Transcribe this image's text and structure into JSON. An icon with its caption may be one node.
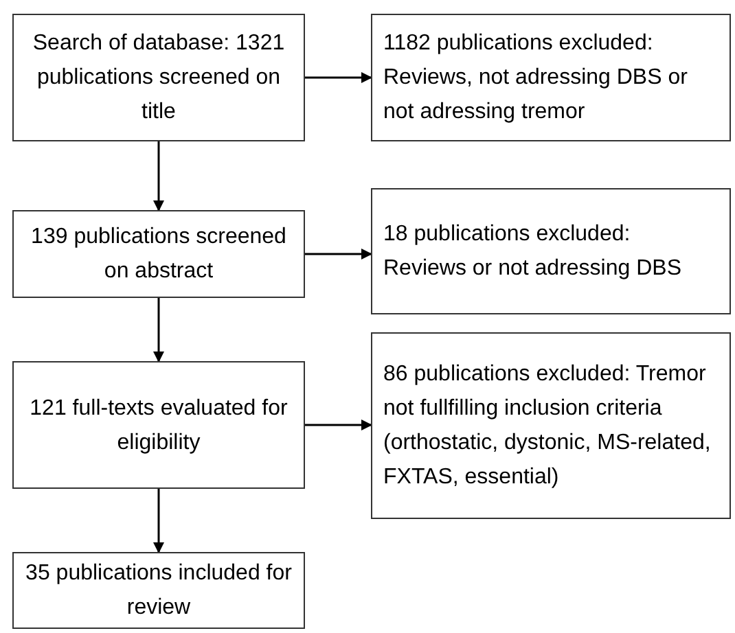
{
  "diagram": {
    "nodes": [
      {
        "text": [
          "Search of database: 1321 publications screened on title"
        ]
      },
      {
        "text": [
          "1182 publications excluded: Reviews, not adressing DBS or not adressing tremor"
        ]
      },
      {
        "text": [
          "139 publications screened on abstract"
        ]
      },
      {
        "text": [
          "18 publications excluded: Reviews or not adressing DBS"
        ]
      },
      {
        "text": [
          "121 full-texts evaluated for eligibility"
        ]
      },
      {
        "text": [
          "86 publications excluded: Tremor not fullfilling inclusion criteria (orthostatic, dystonic, MS-related, FXTAS, essential)"
        ]
      },
      {
        "text": [
          "35 publications included for review"
        ]
      }
    ],
    "edges": [
      {
        "from": 0,
        "to": 1,
        "arrow": "to"
      },
      {
        "from": 0,
        "to": 2,
        "arrow": "to"
      },
      {
        "from": 2,
        "to": 3,
        "arrow": "to"
      },
      {
        "from": 2,
        "to": 4,
        "arrow": "to"
      },
      {
        "from": 4,
        "to": 5,
        "arrow": "to"
      },
      {
        "from": 4,
        "to": 6,
        "arrow": "to"
      }
    ]
  }
}
